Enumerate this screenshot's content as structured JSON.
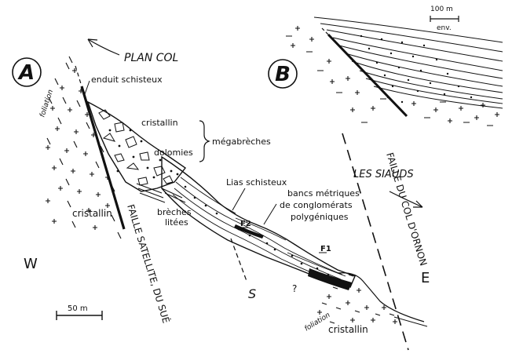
{
  "panel_a": {
    "letter": "A",
    "direction_label": "PLAN COL",
    "labels": {
      "enduit": "enduit schisteux",
      "cristallin_top": "cristallin",
      "dolomies": "dolomies",
      "megabreches": "mégabrèches",
      "foliation_left": "foliation",
      "cristallin_left": "cristallin",
      "breches": "brèches",
      "litees": "litées",
      "lias": "Lias schisteux",
      "bancs_1": "bancs métriques",
      "bancs_2": "de conglomérats",
      "bancs_3": "polygéniques",
      "f2": "F2",
      "f1": "F1",
      "s": "S",
      "question": "?",
      "foliation_right": "foliation",
      "cristallin_right": "cristallin",
      "les_siauds": "LES SIAUDS",
      "faille_col": "FAILLE DU COL D'ORNON",
      "faille_satellite": "FAILLE SATELLITE, DU SUÉ",
      "west": "W",
      "east": "E",
      "scale": "50 m"
    }
  },
  "panel_b": {
    "letter": "B",
    "scale_1": "100 m",
    "scale_2": "env."
  }
}
